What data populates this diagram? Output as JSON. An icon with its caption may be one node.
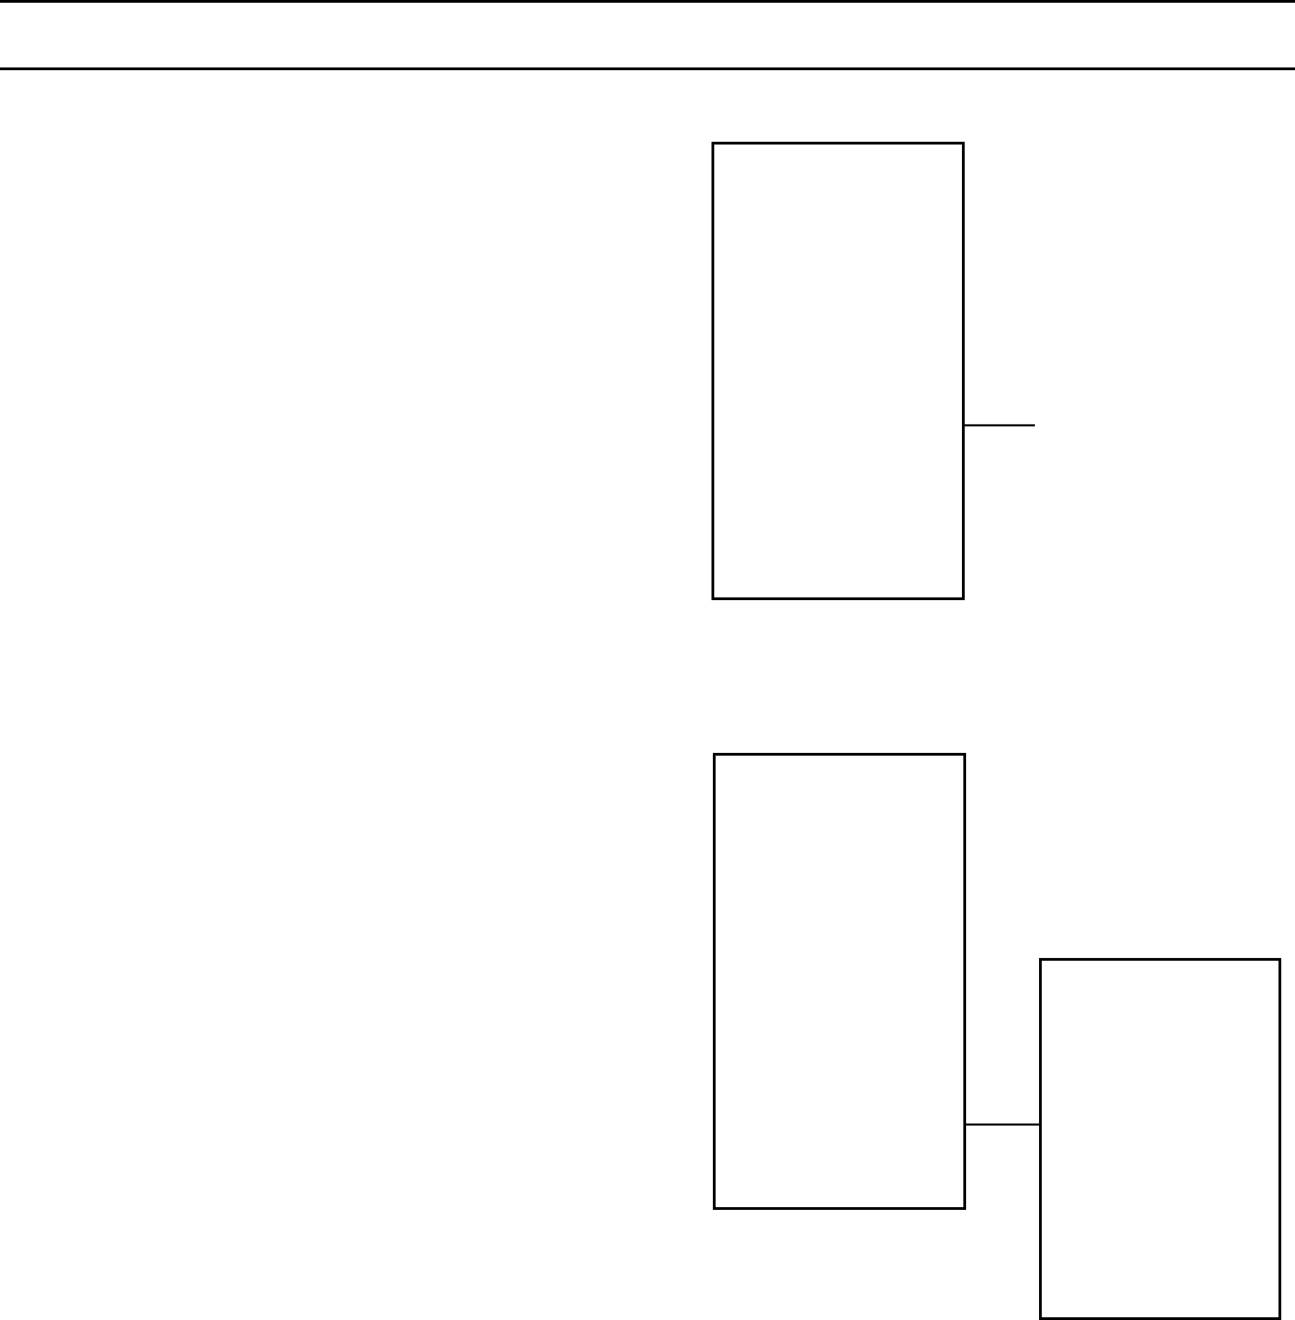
{
  "diagram": {
    "nodes": [
      {
        "text": [],
        "shape": "box"
      },
      {
        "text": [],
        "shape": "box"
      },
      {
        "text": [],
        "shape": "box"
      }
    ],
    "edges": [
      {
        "from": 0,
        "to": null,
        "arrow": "none"
      },
      {
        "from": 1,
        "to": 2,
        "arrow": "none"
      }
    ]
  }
}
